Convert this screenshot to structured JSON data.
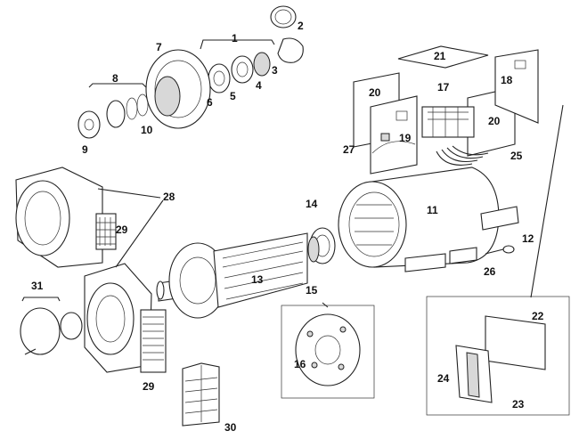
{
  "diagram": {
    "callouts": [
      "1",
      "2",
      "3",
      "4",
      "5",
      "6",
      "7",
      "8",
      "9",
      "10",
      "11",
      "12",
      "13",
      "14",
      "15",
      "16",
      "17",
      "18",
      "19",
      "20",
      "20",
      "21",
      "22",
      "23",
      "24",
      "25",
      "26",
      "27",
      "28",
      "29",
      "29",
      "30",
      "31"
    ]
  }
}
